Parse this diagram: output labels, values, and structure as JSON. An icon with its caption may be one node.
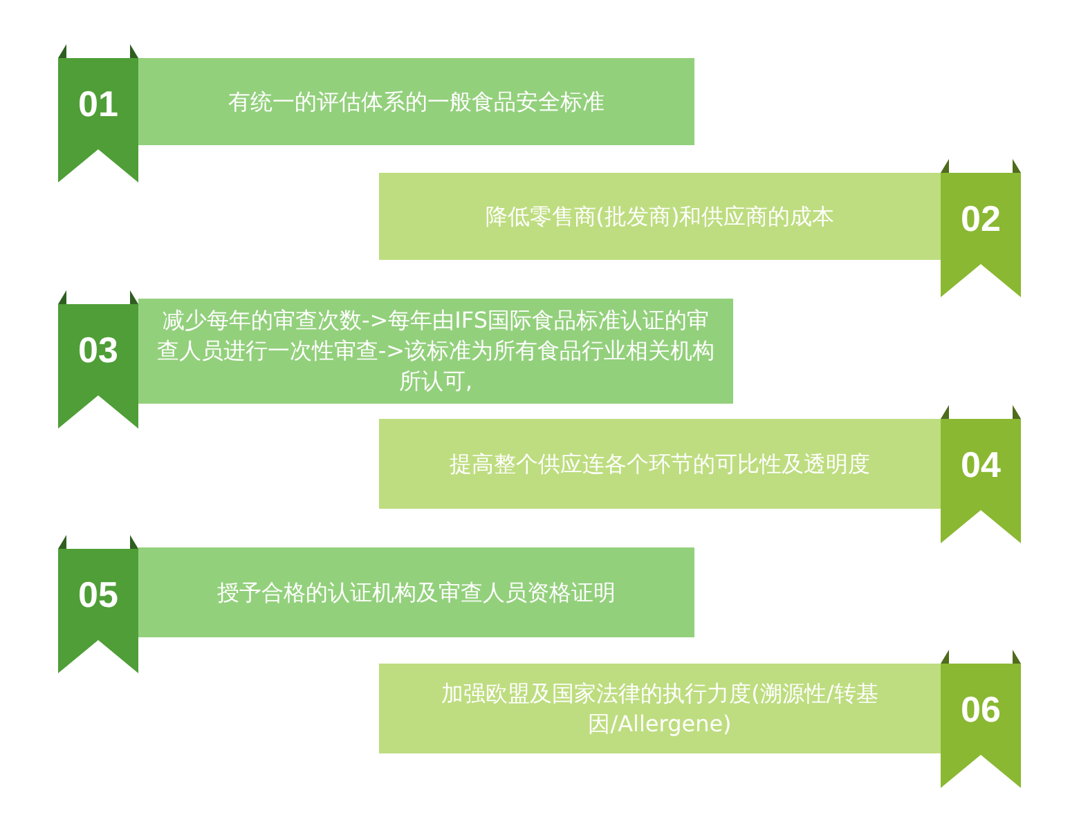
{
  "diagram": {
    "nodes": [
      {
        "text": [
          "01"
        ]
      },
      {
        "text": [
          "有统一的评估体系的一般食品安全标准"
        ]
      },
      {
        "text": [
          "降低零售商(批发商)和供应商的成本"
        ]
      },
      {
        "text": [
          "02"
        ]
      },
      {
        "text": [
          "03"
        ]
      },
      {
        "text": [
          "减少每年的审查次数->每年由IFS国际食品标准认证的审查人员进行一次性审查->该标准为所有食品行业相关机构所认可,"
        ]
      },
      {
        "text": [
          "提高整个供应连各个环节的可比性及透明度"
        ]
      },
      {
        "text": [
          "04"
        ]
      },
      {
        "text": [
          "05"
        ]
      },
      {
        "text": [
          "授予合格的认证机构及审查人员资格证明"
        ]
      },
      {
        "text": [
          "加强欧盟及国家法律的执行力度(溯源性/转基因/Allergene)"
        ]
      },
      {
        "text": [
          "06"
        ]
      }
    ]
  }
}
